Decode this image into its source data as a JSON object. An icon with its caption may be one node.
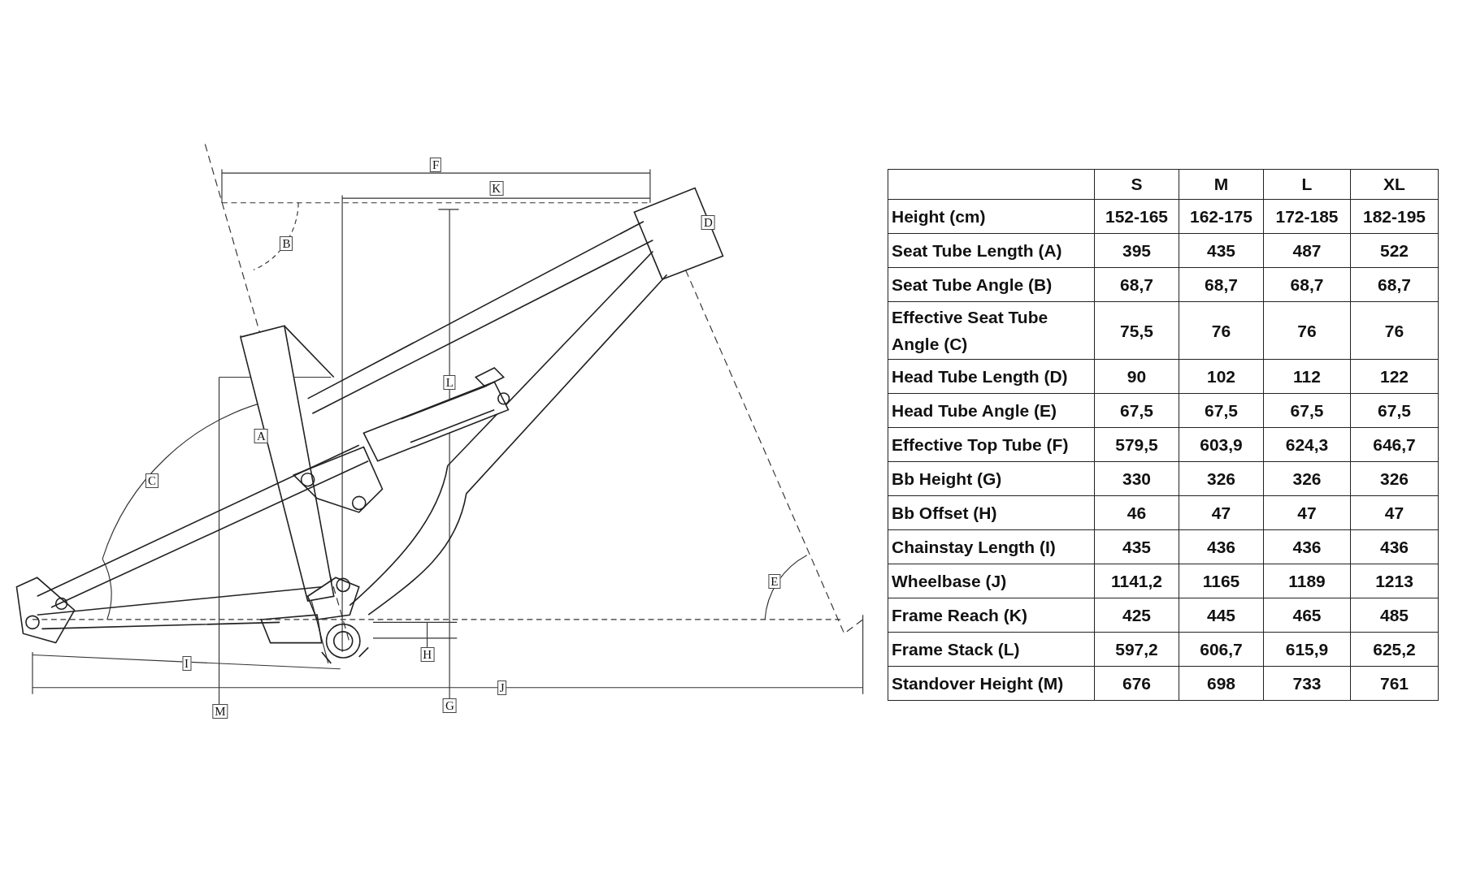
{
  "diagram": {
    "labels": [
      "F",
      "K",
      "D",
      "B",
      "L",
      "A",
      "C",
      "E",
      "H",
      "I",
      "J",
      "G",
      "M",
      "S",
      "M",
      "L",
      "XL",
      "Height (cm)",
      "152-165",
      "162-175",
      "172-185",
      "182-195",
      "Seat Tube Length (A)",
      "395",
      "435",
      "487",
      "522",
      "Seat Tube Angle (B)",
      "68,7",
      "68,7",
      "68,7",
      "68,7",
      "Effective Seat Tube Angle (C)",
      "75,5",
      "76",
      "76",
      "76",
      "Head Tube Length (D)",
      "90",
      "102",
      "112",
      "122",
      "Head Tube Angle (E)",
      "67,5",
      "67,5",
      "67,5",
      "67,5",
      "Effective Top Tube (F)",
      "579,5",
      "603,9",
      "624,3",
      "646,7",
      "Bb Height (G)",
      "330",
      "326",
      "326",
      "326",
      "Bb Offset (H)",
      "46",
      "47",
      "47",
      "47",
      "Chainstay Length (I)",
      "435",
      "436",
      "436",
      "436",
      "Wheelbase (J)",
      "1141,2",
      "1165",
      "1189",
      "1213",
      "Frame Reach (K)",
      "425",
      "445",
      "465",
      "485",
      "Frame Stack (L)",
      "597,2",
      "606,7",
      "615,9",
      "625,2",
      "Standover Height (M)",
      "676",
      "698",
      "733",
      "761"
    ]
  }
}
